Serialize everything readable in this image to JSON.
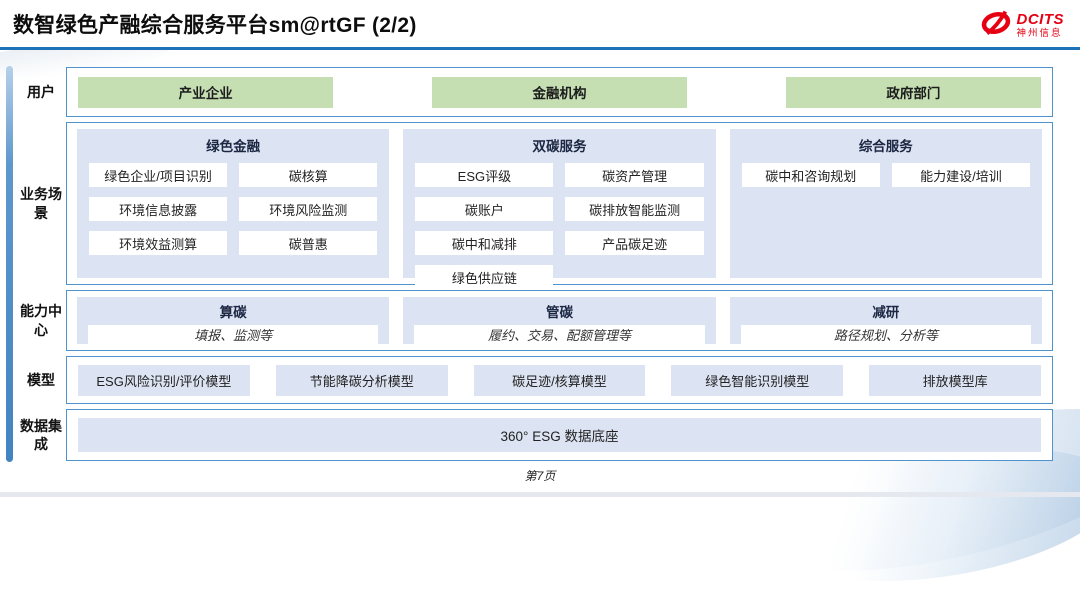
{
  "header": {
    "title": "数智绿色产融综合服务平台sm@rtGF (2/2)",
    "logo_brand": "DCITS",
    "logo_sub": "神州信息"
  },
  "users": {
    "label": "用户",
    "items": [
      "产业企业",
      "金融机构",
      "政府部门"
    ]
  },
  "scenarios": {
    "label": "业务场景",
    "columns": [
      {
        "title": "绿色金融",
        "items": [
          "绿色企业/项目识别",
          "碳核算",
          "环境信息披露",
          "环境风险监测",
          "环境效益测算",
          "碳普惠"
        ]
      },
      {
        "title": "双碳服务",
        "items": [
          "ESG评级",
          "碳资产管理",
          "碳账户",
          "碳排放智能监测",
          "碳中和减排",
          "产品碳足迹",
          "绿色供应链"
        ]
      },
      {
        "title": "综合服务",
        "items": [
          "碳中和咨询规划",
          "能力建设/培训"
        ]
      }
    ]
  },
  "capabilities": {
    "label": "能力中心",
    "items": [
      {
        "title": "算碳",
        "desc": "填报、监测等"
      },
      {
        "title": "管碳",
        "desc": "履约、交易、配额管理等"
      },
      {
        "title": "减研",
        "desc": "路径规划、分析等"
      }
    ]
  },
  "models": {
    "label": "模型",
    "items": [
      "ESG风险识别/评价模型",
      "节能降碳分析模型",
      "碳足迹/核算模型",
      "绿色智能识别模型",
      "排放模型库"
    ]
  },
  "data_integration": {
    "label": "数据集成",
    "items": [
      "360° ESG 数据底座"
    ]
  },
  "footer": {
    "page": "第7页"
  },
  "colors": {
    "accent_blue": "#1e73b8",
    "border_blue": "#4f93ce",
    "panel_lavender": "#dce3f2",
    "user_green": "#c5dfb3",
    "logo_red": "#e60012"
  }
}
